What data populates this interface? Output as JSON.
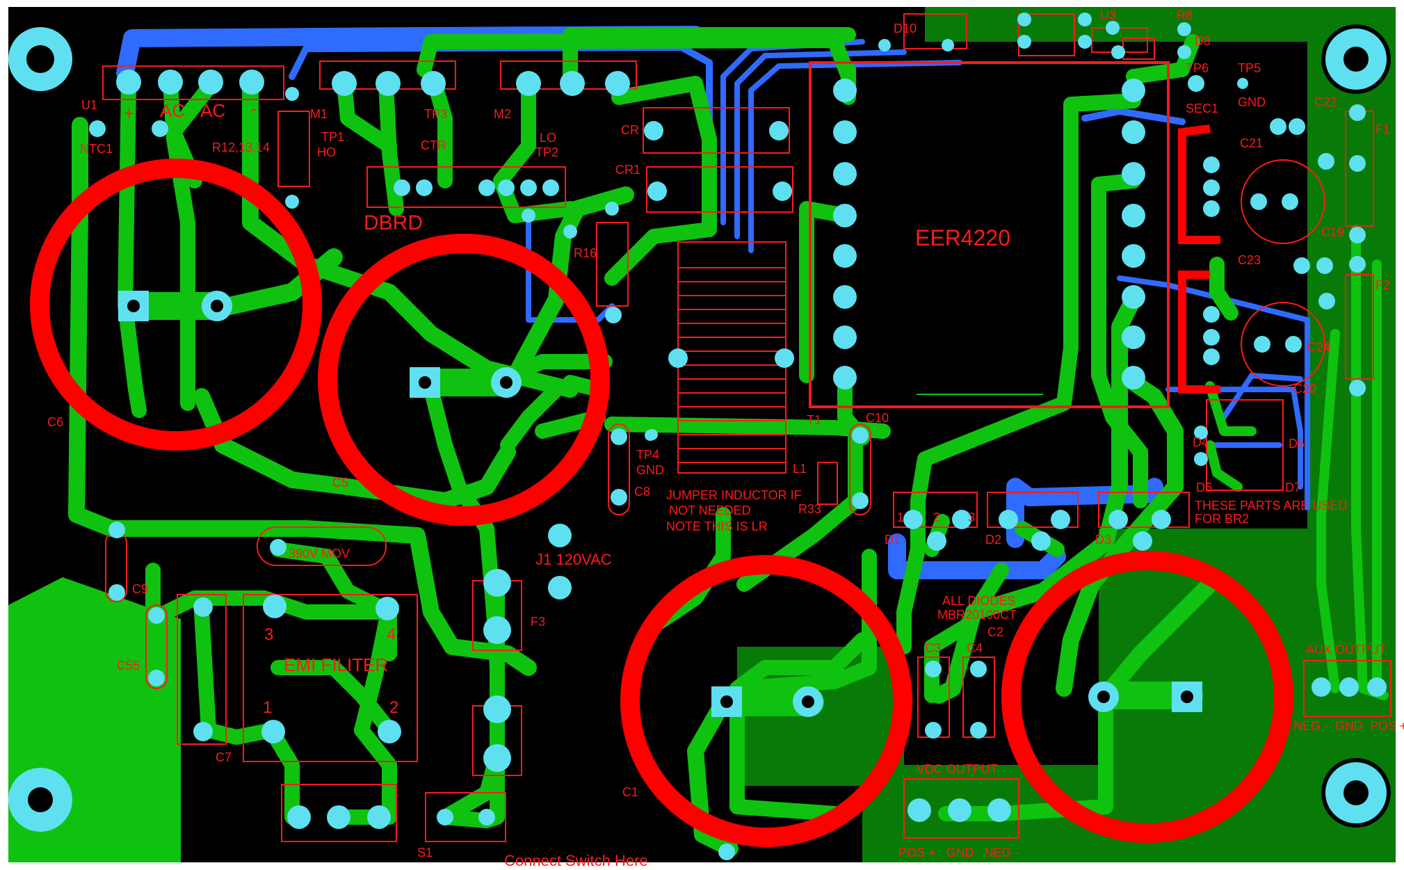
{
  "board": {
    "colors": {
      "background": "#000000",
      "copper_green": "#0fc20f",
      "copper_dark": "#087a08",
      "copper_blue": "#2f6bff",
      "pad": "#5ee0f0",
      "silk": "#ff1a1a",
      "highlight": "#ff0000",
      "frame": "#ffffff"
    }
  },
  "labels": {
    "u1": "U1",
    "ac1": "AC",
    "ac2": "AC",
    "plus": "+",
    "minus": "-",
    "ntc1": "NTC1",
    "r12": "R12,13,14",
    "m1": "M1",
    "tp1": "TP1",
    "ho": "HO",
    "tp3": "TP3",
    "ctr": "CTR",
    "m2": "M2",
    "lo": "LO",
    "tp2": "TP2",
    "dbrd": "DBRD",
    "cr": "CR",
    "cr1": "CR1",
    "r16": "R16",
    "d10": "D10",
    "u3": "U3",
    "r8": "R8",
    "d8": "D8",
    "tp6": "TP6",
    "sec1": "SEC1",
    "tp5": "TP5",
    "gnd_tp5": "GND",
    "eer": "EER4220",
    "c21": "C21",
    "c22": "C22",
    "f1": "F1",
    "c19": "C19",
    "c23": "C23",
    "f2": "F2",
    "c24": "C24",
    "c20": "C20",
    "c6": "C6",
    "c5": "C5",
    "tp4": "TP4",
    "gnd_tp4": "GND",
    "c8": "C8",
    "t1": "T1",
    "c10": "C10",
    "l1": "L1",
    "r33": "R33",
    "jumper1": "JUMPER INDUCTOR IF",
    "jumper2": "NOT NEEDED",
    "jumper3": "NOTE THIS IS LR",
    "j1": "J1 120VAC",
    "mov": "390V MOV",
    "c9": "C9",
    "c55": "C55",
    "c7": "C7",
    "emi": "EMI FILITER",
    "emi_p1": "1",
    "emi_p2": "2",
    "emi_p3": "3",
    "emi_p4": "4",
    "f3": "F3",
    "s1": "S1",
    "connect": "Connect Switch Here",
    "c1": "C1",
    "d1": "D1",
    "d2": "D2",
    "d3": "D3",
    "d4": "D4",
    "d5": "D5",
    "d6": "D6",
    "d7": "D7",
    "br2_1": "THESE PARTS ARE USED",
    "br2_2": "FOR BR2",
    "diodes1": "ALL DIODES",
    "diodes2": "MBR20100CT",
    "c2": "C2",
    "c3": "C3",
    "c4": "C4",
    "vdc": "VDC OUTPUT",
    "vdc_pins": "POS +   GND   NEG -",
    "aux": "AUX OUTPUT",
    "aux_pins": "NEG -  GND  POS +",
    "pin1": "1",
    "pin2": "2",
    "pin3": "3"
  }
}
